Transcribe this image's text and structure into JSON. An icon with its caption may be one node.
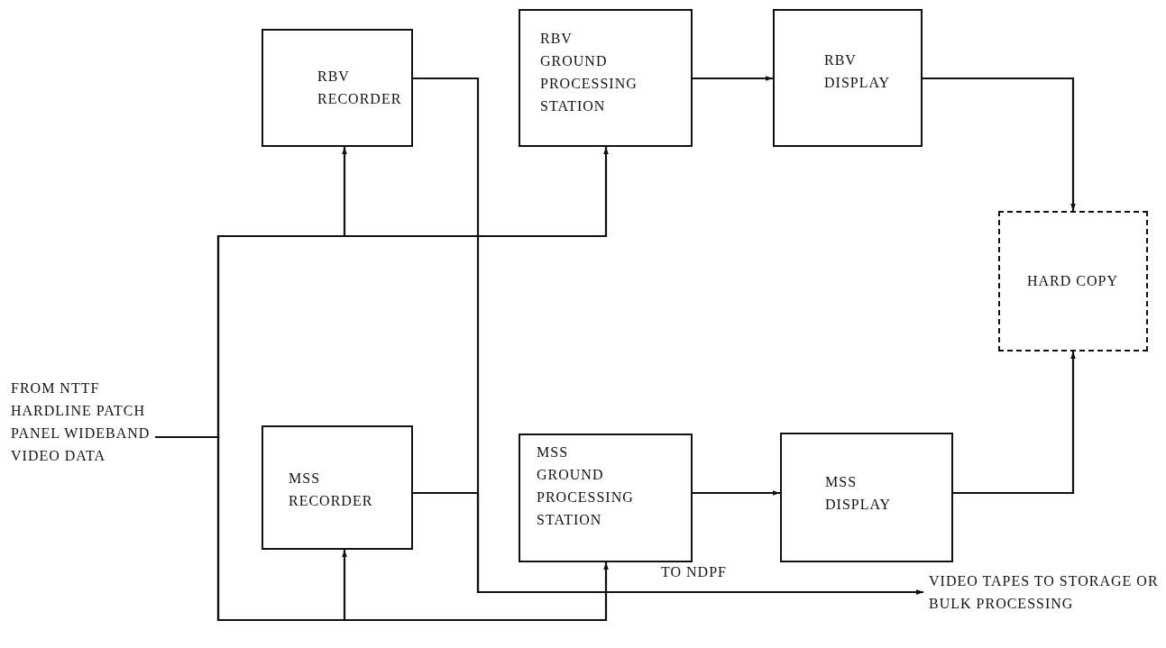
{
  "diagram": {
    "nodes": [
      {
        "text": [
          "FROM NTTF HARDLINE PATCH PANEL WIDEBAND VIDEO DATA"
        ]
      },
      {
        "text": [
          "RBV RECORDER"
        ]
      },
      {
        "text": [
          "RBV GROUND PROCESSING STATION"
        ]
      },
      {
        "text": [
          "RBV DISPLAY"
        ]
      },
      {
        "text": [
          "HARD COPY"
        ]
      },
      {
        "text": [
          "MSS RECORDER"
        ]
      },
      {
        "text": [
          "MSS GROUND PROCESSING STATION"
        ]
      },
      {
        "text": [
          "MSS DISPLAY"
        ]
      },
      {
        "text": [
          "VIDEO TAPES TO STORAGE OR BULK PROCESSING"
        ]
      }
    ],
    "edges": [
      {
        "from": 0,
        "to": 1,
        "arrow": "to"
      },
      {
        "from": 0,
        "to": 2,
        "arrow": "to"
      },
      {
        "from": 0,
        "to": 5,
        "arrow": "to"
      },
      {
        "from": 0,
        "to": 6,
        "arrow": "to"
      },
      {
        "from": 2,
        "to": 3,
        "arrow": "to"
      },
      {
        "from": 3,
        "to": 4,
        "arrow": "to"
      },
      {
        "from": 6,
        "to": 7,
        "arrow": "to"
      },
      {
        "from": 7,
        "to": 4,
        "arrow": "to"
      },
      {
        "from": 1,
        "to": 8,
        "arrow": "to",
        "label": "TO NDPF"
      },
      {
        "from": 5,
        "to": 8,
        "arrow": "to"
      }
    ]
  }
}
